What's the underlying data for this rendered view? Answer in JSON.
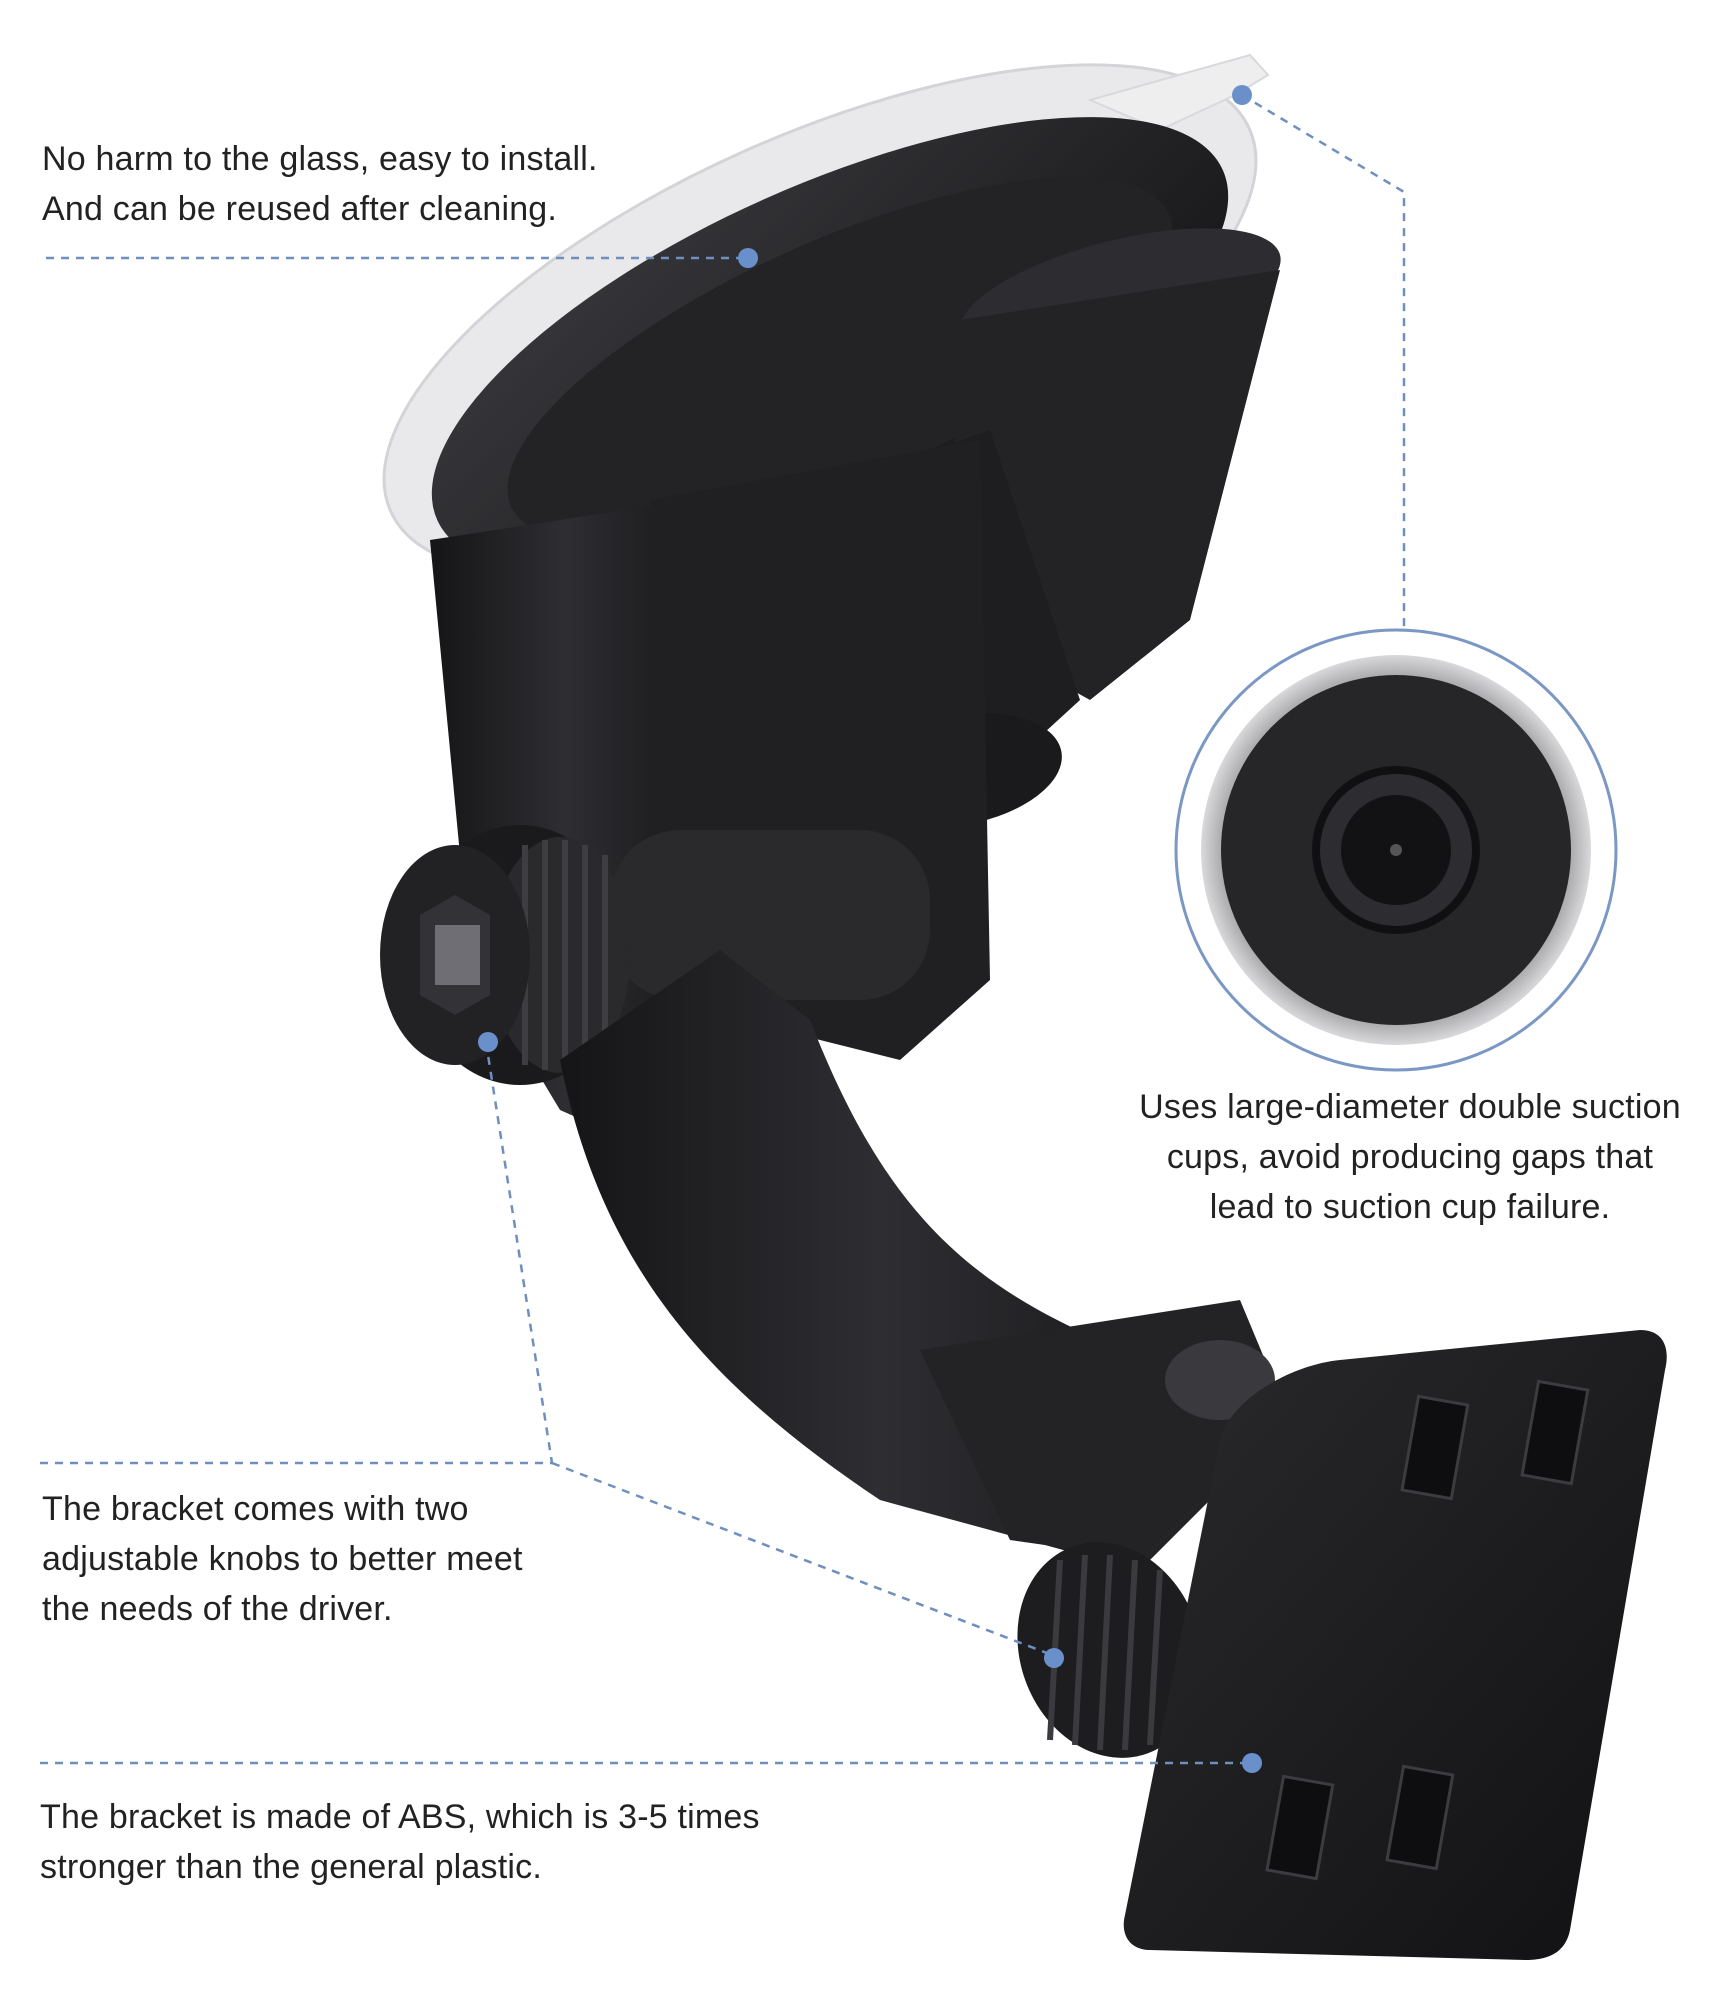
{
  "colors": {
    "accent_line": "#6f8fbf",
    "dot": "#6a90cc",
    "text": "#222222",
    "plastic_dark": "#1b1b1d",
    "plastic_mid": "#2c2c2f",
    "suction_clear": "#e7e7e9"
  },
  "callouts": {
    "glass": {
      "line1": "No harm to the glass, easy to install.",
      "line2": "And can be reused after cleaning."
    },
    "suction": {
      "line1": "Uses large-diameter double suction",
      "line2": "cups, avoid producing gaps that",
      "line3": "lead to suction cup failure."
    },
    "knobs": {
      "line1": "The bracket comes with two",
      "line2": "adjustable knobs to better meet",
      "line3": "the needs of the driver."
    },
    "abs": {
      "line1": "The bracket is made of ABS, which is 3-5 times",
      "line2": "stronger than the general plastic."
    }
  },
  "product": {
    "icon": "car-windshield-suction-mount-illustration"
  }
}
